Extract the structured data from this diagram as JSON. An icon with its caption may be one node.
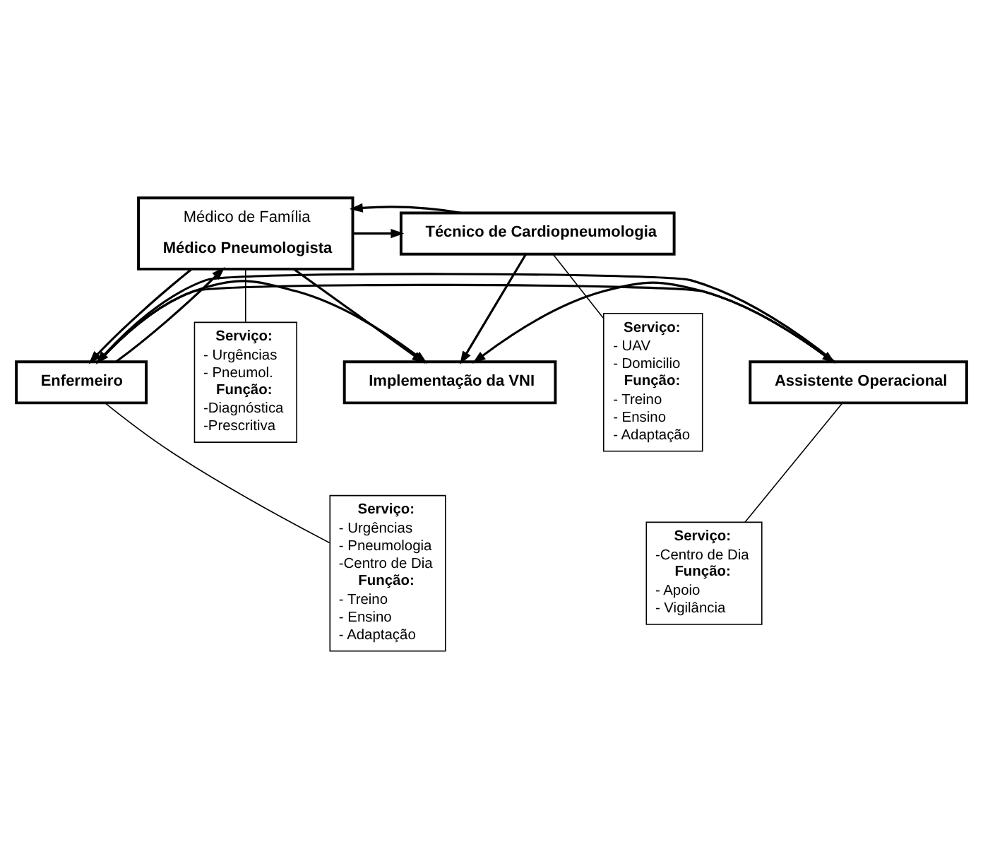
{
  "diagram": {
    "nodes": [
      {
        "text": [
          "Médico de Família",
          "Médico Pneumologista"
        ]
      },
      {
        "text": [
          "Técnico de Cardiopneumologia"
        ]
      },
      {
        "text": [
          "Implementação da VNI"
        ]
      },
      {
        "text": [
          "Serviço:",
          "- Urgências",
          "- Pneumol.",
          "Função:",
          "-Diagnóstica",
          "-Prescritiva"
        ]
      },
      {
        "text": [
          "Serviço:",
          "- UAV",
          "- Domicilio",
          "Função:",
          "- Treino",
          "- Ensino",
          "- Adaptação"
        ]
      },
      {
        "text": [
          "Enfermeiro"
        ]
      },
      {
        "text": [
          "Assistente Operacional"
        ]
      },
      {
        "text": [
          "Serviço:",
          "- Urgências",
          "- Pneumologia",
          "-Centro de Dia",
          "Função:",
          "- Treino",
          "- Ensino",
          "- Adaptação"
        ]
      },
      {
        "text": [
          "Serviço:",
          "-Centro de Dia",
          "Função:",
          "- Apoio",
          "- Vigilância"
        ]
      }
    ],
    "edges": [
      {
        "from": 0,
        "to": 1,
        "arrow": "to"
      },
      {
        "from": 1,
        "to": 0,
        "arrow": "to"
      },
      {
        "from": 0,
        "to": 2,
        "arrow": "to"
      },
      {
        "from": 1,
        "to": 2,
        "arrow": "to"
      },
      {
        "from": 0,
        "to": 3,
        "arrow": "none"
      },
      {
        "from": 1,
        "to": 4,
        "arrow": "none"
      },
      {
        "from": 0,
        "to": 5,
        "arrow": "to"
      },
      {
        "from": 5,
        "to": 0,
        "arrow": "to"
      },
      {
        "from": 5,
        "to": 2,
        "arrow": "to"
      },
      {
        "from": 6,
        "to": 2,
        "arrow": "to"
      },
      {
        "from": 5,
        "to": 6,
        "arrow": "to"
      },
      {
        "from": 6,
        "to": 5,
        "arrow": "to"
      },
      {
        "from": 5,
        "to": 7,
        "arrow": "none"
      },
      {
        "from": 6,
        "to": 8,
        "arrow": "none"
      }
    ]
  }
}
